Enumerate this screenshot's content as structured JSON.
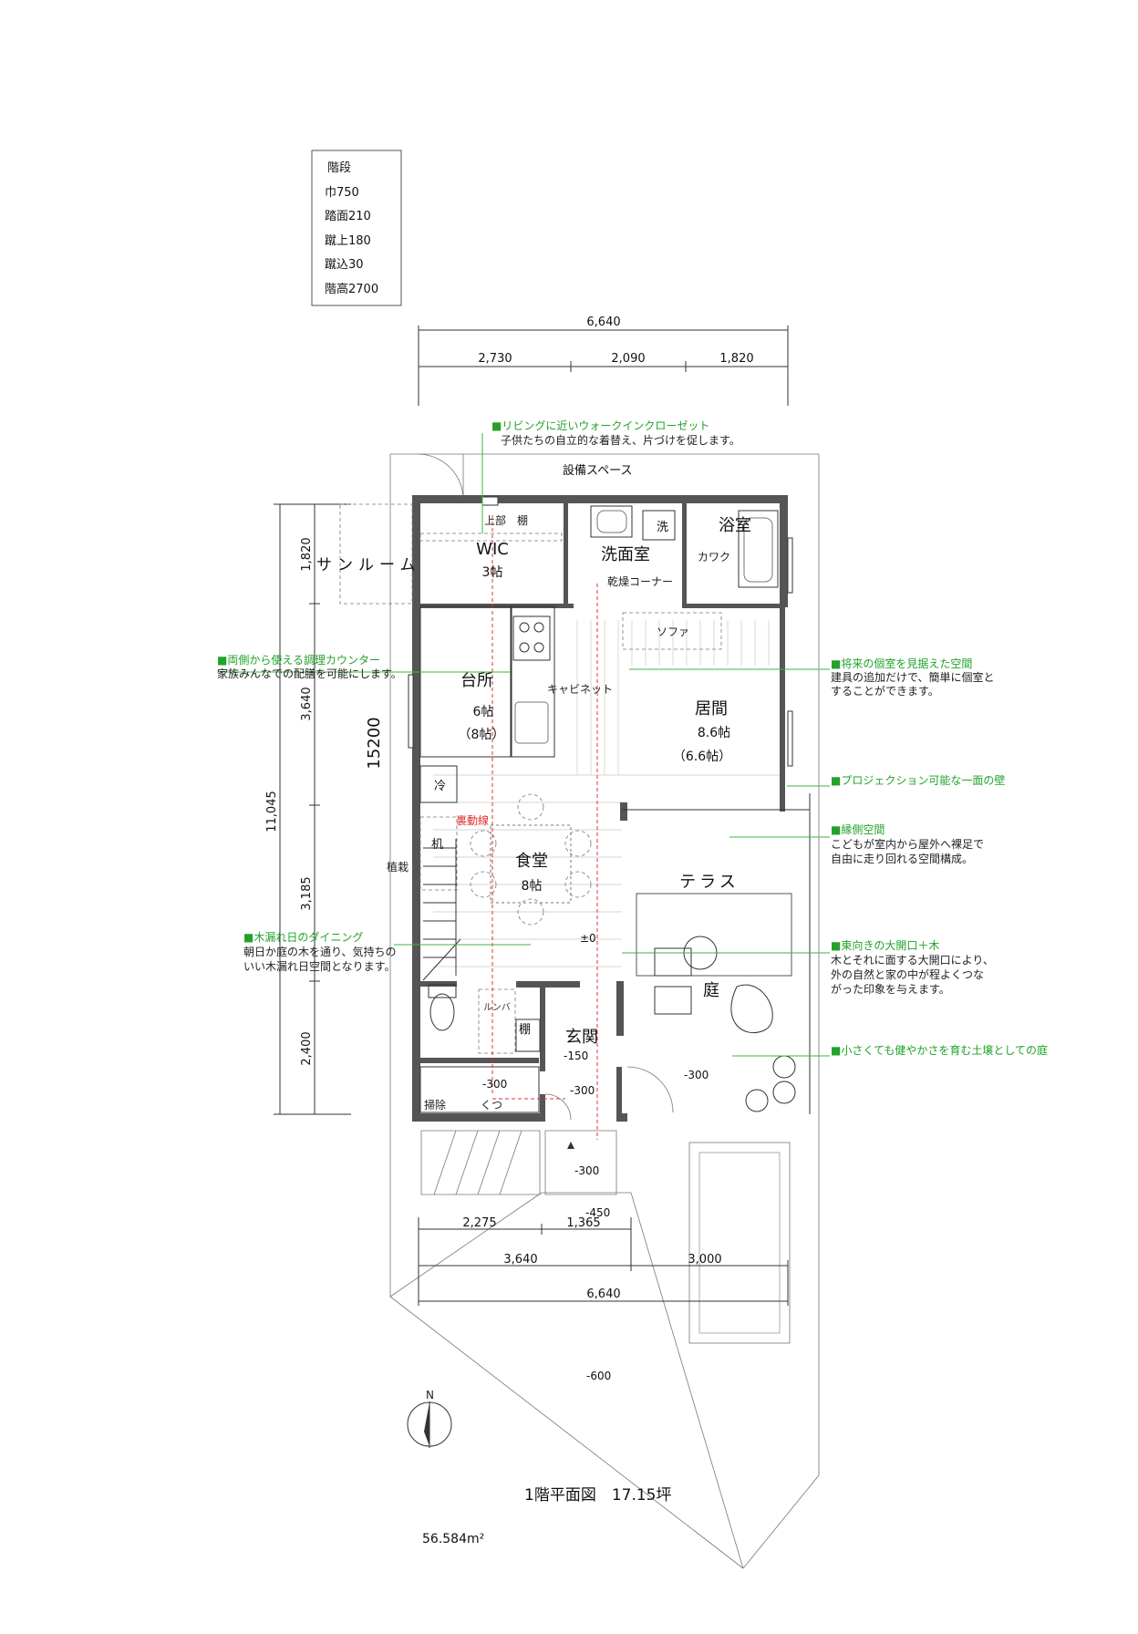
{
  "stair_box": {
    "title": "階段",
    "lines": [
      "巾750",
      "踏面210",
      "蹴上180",
      "蹴込30",
      "階高2700"
    ]
  },
  "dimensions": {
    "top_total": "6,640",
    "top_segments": [
      "2,730",
      "2,090",
      "1,820"
    ],
    "left_total": "11,045",
    "left_segments": [
      "1,820",
      "3,640",
      "3,185",
      "2,400"
    ],
    "left_height": "15200",
    "bottom_row1": [
      "2,275",
      "1,365"
    ],
    "bottom_row2": [
      "3,640",
      "3,000"
    ],
    "bottom_total": "6,640"
  },
  "rooms": {
    "setsubi": "設備スペース",
    "sunroom": "サンルーム",
    "wic": "WIC",
    "wic_size": "3帖",
    "wic_note": "上部　棚",
    "wash_mark": "洗",
    "senmen": "洗面室",
    "kanso": "乾燥コーナー",
    "yokushitsu": "浴室",
    "kawaku": "カワク",
    "daidokoro": "台所",
    "daidokoro_size": "6帖",
    "daidokoro_size2": "（8帖）",
    "cabinet": "キャビネット",
    "sofa": "ソファ",
    "ima": "居間",
    "ima_size": "8.6帖",
    "ima_size2": "（6.6帖）",
    "rei": "冷",
    "tsukue": "机",
    "shokudo": "食堂",
    "shokudo_size": "8帖",
    "terrace": "テラス",
    "niwa": "庭",
    "genkan": "玄関",
    "tana": "棚",
    "shokusai": "植栽",
    "soji": "掃除",
    "kutsu": "くつ",
    "rumba": "ルンバ"
  },
  "levels": {
    "zero": "±0",
    "m150": "-150",
    "m300": "-300",
    "m450": "-450",
    "m600": "-600"
  },
  "flow_label": "裏動線",
  "annotations": [
    {
      "head": "■リビングに近いウォークインクローゼット",
      "body": [
        "子供たちの自立的な着替え、片づけを促します。"
      ]
    },
    {
      "head": "■両側から使える調理カウンター",
      "body": [
        "家族みんなでの配膳を可能にします。"
      ]
    },
    {
      "head": "■将来の個室を見据えた空間",
      "body": [
        "建具の追加だけで、簡単に個室と",
        "することができます。"
      ]
    },
    {
      "head": "■プロジェクション可能な一面の壁",
      "body": []
    },
    {
      "head": "■縁側空間",
      "body": [
        "こどもが室内から屋外へ裸足で",
        "自由に走り回れる空間構成。"
      ]
    },
    {
      "head": "■木漏れ日のダイニング",
      "body": [
        "朝日か庭の木を通り、気持ちの",
        "いい木漏れ日空間となります。"
      ]
    },
    {
      "head": "■東向きの大開口＋木",
      "body": [
        "木とそれに面する大開口により、",
        "外の自然と家の中が程よくつな",
        "がった印象を与えます。"
      ]
    },
    {
      "head": "■小さくても健やかさを育む土壌としての庭",
      "body": []
    }
  ],
  "north": "N",
  "plan_title": "1階平面図　17.15坪",
  "area": "56.584m²",
  "colors": {
    "wall": "#555555",
    "annotation": "#22a22a",
    "flow": "#e03030"
  }
}
